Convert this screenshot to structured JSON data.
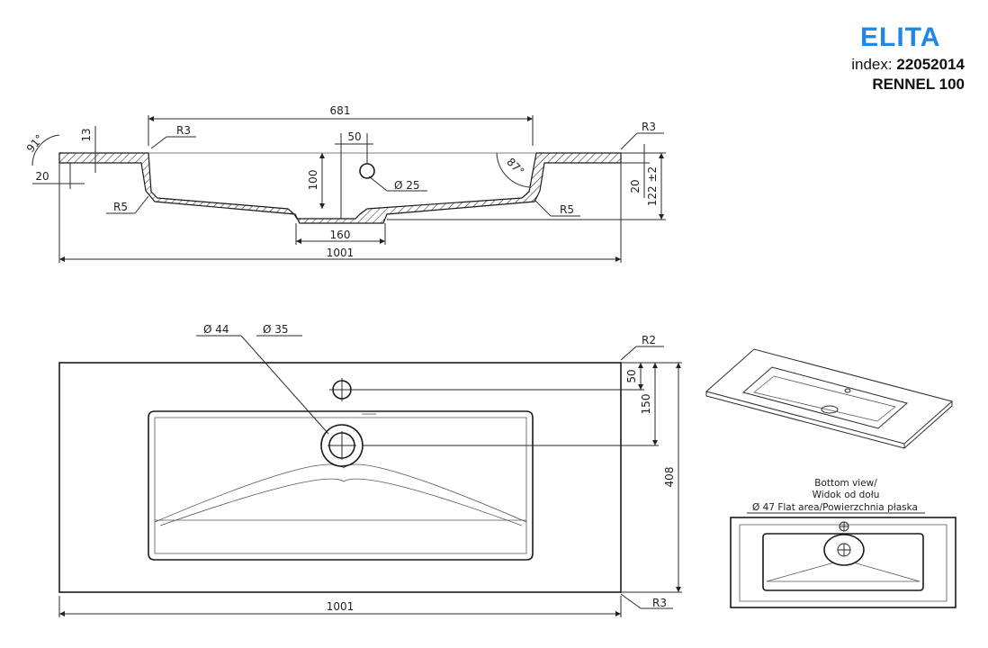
{
  "header": {
    "brand": "ELITA",
    "index_label": "index:",
    "index_value": "22052014",
    "model": "RENNEL 100"
  },
  "section_view": {
    "width_top": "681",
    "width_total": "1001",
    "drain_width": "160",
    "tap_offset": "50",
    "tap_hole": "Ø 25",
    "depth": "100",
    "edge_thickness": "13",
    "edge_return": "20",
    "edge_return_right": "20",
    "height_total": "122 ±2",
    "radius_top_left": "R3",
    "radius_top_right": "R3",
    "radius_bottom_left": "R5",
    "radius_bottom_right": "R5",
    "angle_left": "91°",
    "angle_right": "87°"
  },
  "plan_view": {
    "hole_outer": "Ø 44",
    "hole_inner": "Ø 35",
    "corner_radius_top": "R2",
    "corner_radius_bottom": "R3",
    "offset_tap": "50",
    "offset_drain": "150",
    "depth_total": "408",
    "width_total": "1001"
  },
  "bottom_view": {
    "title_line1": "Bottom view/",
    "title_line2": "Widok od dołu",
    "flat_area": "Ø 47 Flat area/Powierzchnia płaska"
  },
  "colors": {
    "line": "#1a1a1a",
    "brand": "#1e88e5"
  }
}
